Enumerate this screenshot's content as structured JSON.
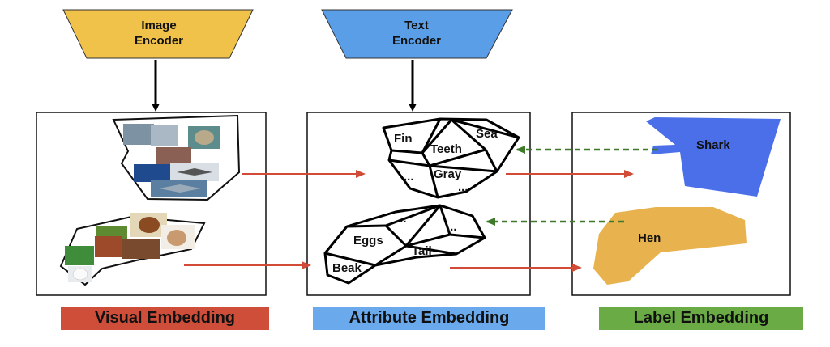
{
  "encoders": {
    "image": {
      "line1": "Image",
      "line2": "Encoder",
      "color": "#f0c24a"
    },
    "text": {
      "line1": "Text",
      "line2": "Encoder",
      "color": "#5a9ee8"
    }
  },
  "attributes": {
    "fin": "Fin",
    "sea": "Sea",
    "teeth": "Teeth",
    "gray": "Gray",
    "ellipsis": "...",
    "eggs": "Eggs",
    "tail": "Tail",
    "beak": "Beak"
  },
  "labels": {
    "shark": {
      "text": "Shark",
      "color": "#4a6fe8"
    },
    "hen": {
      "text": "Hen",
      "color": "#e8b24e"
    }
  },
  "captions": {
    "visual": {
      "text": "Visual Embedding",
      "color": "#cf4e3a"
    },
    "attribute": {
      "text": "Attribute Embedding",
      "color": "#6aa9ec"
    },
    "label": {
      "text": "Label Embedding",
      "color": "#6aab45"
    }
  },
  "colors": {
    "solid_arrow": "#d24b36",
    "dashed_arrow": "#3f7a2a"
  }
}
